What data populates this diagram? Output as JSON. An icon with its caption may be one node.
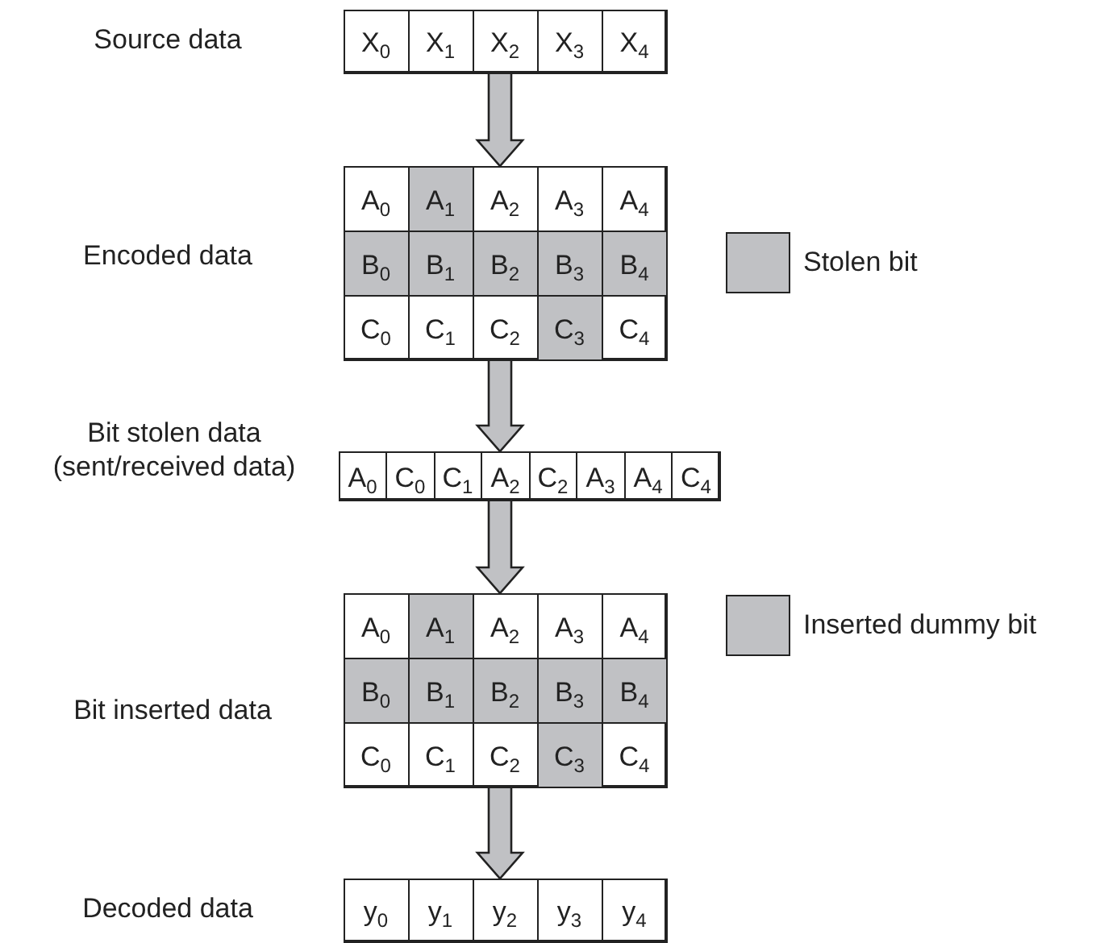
{
  "diagram": {
    "nodes": [
      {
        "text": [],
        "shape": "box",
        "beside": [
          "Source data"
        ]
      },
      {
        "text": [
          "X$_{0}$"
        ],
        "in": 0
      },
      {
        "text": [
          "X$_{1}$"
        ],
        "in": 0
      },
      {
        "text": [
          "X$_{2}$"
        ],
        "in": 0
      },
      {
        "text": [
          "X$_{3}$"
        ],
        "in": 0
      },
      {
        "text": [
          "X$_{4}$"
        ],
        "in": 0
      },
      {
        "text": [],
        "shape": "box",
        "beside": [
          "Encoded data"
        ]
      },
      {
        "text": [
          "A$_{0}$"
        ],
        "in": 6
      },
      {
        "text": [
          "A$_{1}$"
        ],
        "in": 6
      },
      {
        "text": [
          "A$_{2}$"
        ],
        "in": 6
      },
      {
        "text": [
          "A$_{3}$"
        ],
        "in": 6
      },
      {
        "text": [
          "A$_{4}$"
        ],
        "in": 6
      },
      {
        "text": [
          "B$_{0}$"
        ],
        "in": 6
      },
      {
        "text": [
          "B$_{1}$"
        ],
        "in": 6
      },
      {
        "text": [
          "B$_{2}$"
        ],
        "in": 6
      },
      {
        "text": [
          "B$_{3}$"
        ],
        "in": 6
      },
      {
        "text": [
          "B$_{4}$"
        ],
        "in": 6
      },
      {
        "text": [
          "C$_{0}$"
        ],
        "in": 6
      },
      {
        "text": [
          "C$_{1}$"
        ],
        "in": 6
      },
      {
        "text": [
          "C$_{2}$"
        ],
        "in": 6
      },
      {
        "text": [
          "C$_{3}$"
        ],
        "in": 6
      },
      {
        "text": [
          "C$_{4}$"
        ],
        "in": 6
      },
      {
        "text": [],
        "shape": "box",
        "beside": [
          "Bit stolen data (sent/received data)"
        ]
      },
      {
        "text": [
          "A$_{0}$"
        ],
        "in": 22
      },
      {
        "text": [
          "C$_{0}$"
        ],
        "in": 22
      },
      {
        "text": [
          "C$_{1}$"
        ],
        "in": 22
      },
      {
        "text": [
          "A$_{2}$"
        ],
        "in": 22
      },
      {
        "text": [
          "C$_{2}$"
        ],
        "in": 22
      },
      {
        "text": [
          "A$_{3}$"
        ],
        "in": 22
      },
      {
        "text": [
          "A$_{4}$"
        ],
        "in": 22
      },
      {
        "text": [
          "C$_{4}$"
        ],
        "in": 22
      },
      {
        "text": [],
        "shape": "box",
        "beside": [
          "Bit inserted data"
        ]
      },
      {
        "text": [
          "A$_{0}$"
        ],
        "in": 31
      },
      {
        "text": [
          "A$_{1}$"
        ],
        "in": 31
      },
      {
        "text": [
          "A$_{2}$"
        ],
        "in": 31
      },
      {
        "text": [
          "A$_{3}$"
        ],
        "in": 31
      },
      {
        "text": [
          "A$_{4}$"
        ],
        "in": 31
      },
      {
        "text": [
          "B$_{0}$"
        ],
        "in": 31
      },
      {
        "text": [
          "B$_{1}$"
        ],
        "in": 31
      },
      {
        "text": [
          "B$_{2}$"
        ],
        "in": 31
      },
      {
        "text": [
          "B$_{3}$"
        ],
        "in": 31
      },
      {
        "text": [
          "B$_{4}$"
        ],
        "in": 31
      },
      {
        "text": [
          "C$_{0}$"
        ],
        "in": 31
      },
      {
        "text": [
          "C$_{1}$"
        ],
        "in": 31
      },
      {
        "text": [
          "C$_{2}$"
        ],
        "in": 31
      },
      {
        "text": [
          "C$_{3}$"
        ],
        "in": 31
      },
      {
        "text": [
          "C$_{4}$"
        ],
        "in": 31
      },
      {
        "text": [],
        "shape": "box",
        "beside": [
          "Decoded data"
        ]
      },
      {
        "text": [
          "y$_{0}$"
        ],
        "in": 47
      },
      {
        "text": [
          "y$_{1}$"
        ],
        "in": 47
      },
      {
        "text": [
          "y$_{2}$"
        ],
        "in": 47
      },
      {
        "text": [
          "y$_{3}$"
        ],
        "in": 47
      },
      {
        "text": [
          "y$_{4}$"
        ],
        "in": 47
      }
    ],
    "edges": [
      {
        "from": 0,
        "to": 6,
        "arrow": "to"
      },
      {
        "from": 6,
        "to": 22,
        "arrow": "to"
      },
      {
        "from": 22,
        "to": 31,
        "arrow": "to"
      },
      {
        "from": 31,
        "to": 47,
        "arrow": "to"
      }
    ],
    "legend": [
      {
        "text": "Stolen bit",
        "color": "#c0c1c4"
      },
      {
        "text": "Inserted dummy bit",
        "color": "#c0c1c4"
      }
    ]
  }
}
